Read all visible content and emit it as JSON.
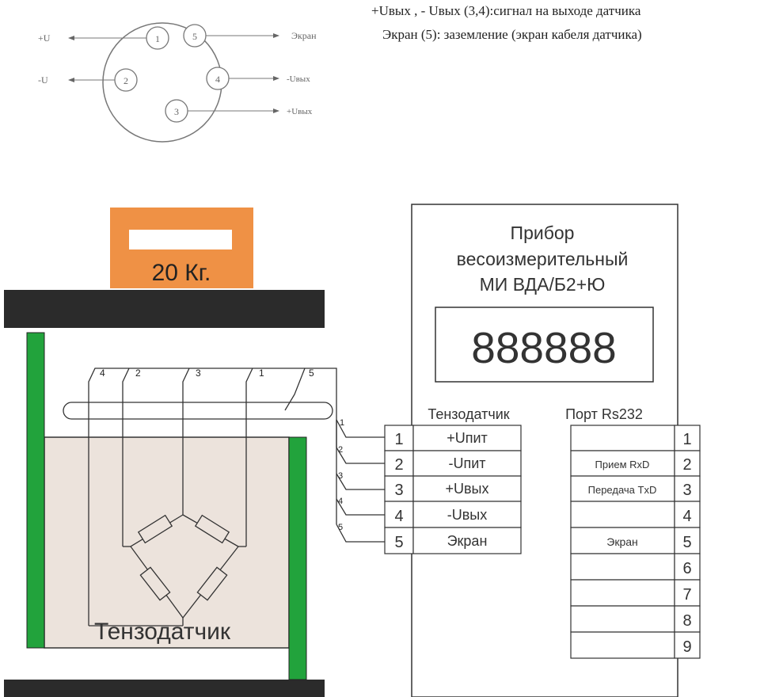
{
  "connector": {
    "pins": [
      "1",
      "2",
      "3",
      "4",
      "5"
    ],
    "signals": {
      "plus_u": "+U",
      "minus_u": "-U",
      "screen": "Экран",
      "minus_uout": "-Uвых",
      "plus_uout": "+Uвых"
    }
  },
  "notes": {
    "line1": "+Uвых , - Uвых (3,4):сигнал на выходе датчика",
    "line2": "Экран (5): заземление (экран кабеля датчика)"
  },
  "weight": {
    "label": "20 Кг."
  },
  "sensor": {
    "label": "Тензодатчик",
    "wire_labels": [
      "4",
      "2",
      "3",
      "1",
      "5"
    ]
  },
  "cable": {
    "wire_labels": [
      "1",
      "2",
      "3",
      "4",
      "5"
    ]
  },
  "device": {
    "title_lines": [
      "Прибор",
      "весоизмерительный",
      "МИ ВДА/Б2+Ю"
    ],
    "display": "888888",
    "sensor_block": {
      "title": "Тензодатчик",
      "rows": [
        {
          "pin": "1",
          "signal": "+Uпит"
        },
        {
          "pin": "2",
          "signal": "-Uпит"
        },
        {
          "pin": "3",
          "signal": "+Uвых"
        },
        {
          "pin": "4",
          "signal": "-Uвых"
        },
        {
          "pin": "5",
          "signal": "Экран"
        }
      ]
    },
    "port_block": {
      "title": "Порт Rs232",
      "rows": [
        {
          "pin": "1",
          "signal": ""
        },
        {
          "pin": "2",
          "signal": "Прием RxD"
        },
        {
          "pin": "3",
          "signal": "Передача TxD"
        },
        {
          "pin": "4",
          "signal": ""
        },
        {
          "pin": "5",
          "signal": "Экран"
        },
        {
          "pin": "6",
          "signal": ""
        },
        {
          "pin": "7",
          "signal": ""
        },
        {
          "pin": "8",
          "signal": ""
        },
        {
          "pin": "9",
          "signal": ""
        }
      ]
    }
  },
  "colors": {
    "weight_fill": "#ef9145",
    "platform": "#2b2b2b",
    "post_green": "#22a33c",
    "sensor_body": "#ece3dc"
  }
}
